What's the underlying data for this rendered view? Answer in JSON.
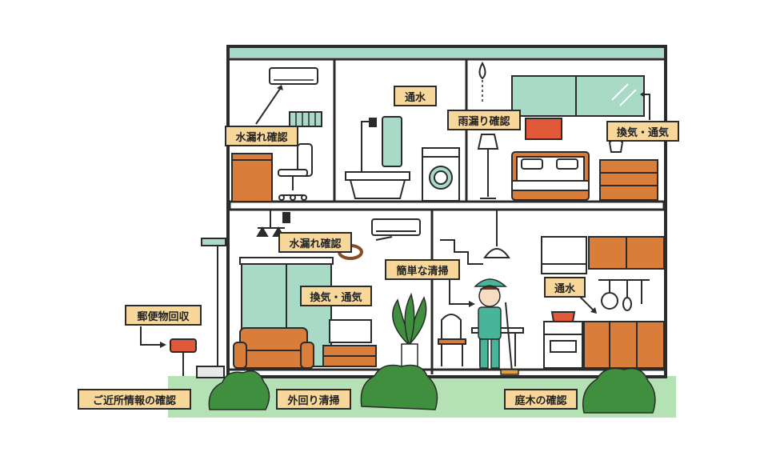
{
  "labels": {
    "leak_check_upper": "水漏れ確認",
    "water_flush_bath": "通水",
    "rain_leak_check": "雨漏り確認",
    "ventilation_upper": "換気・通気",
    "leak_check_lower": "水漏れ確認",
    "easy_cleaning": "簡単な清掃",
    "water_flush_kitchen": "通水",
    "ventilation_lower": "換気・通気",
    "mail_collection": "郵便物回収",
    "neighborhood_info": "ご近所情報の確認",
    "outdoor_cleaning": "外回り清掃",
    "garden_tree_check": "庭木の確認"
  },
  "colors": {
    "label_fill": "#f7d79a",
    "outline": "#2b2b2b",
    "mint": "#a9d9c7",
    "wood": "#d97d3a",
    "grass": "#b5e2b4",
    "bush": "#3f8f3f",
    "staff_uniform": "#48b59b"
  }
}
